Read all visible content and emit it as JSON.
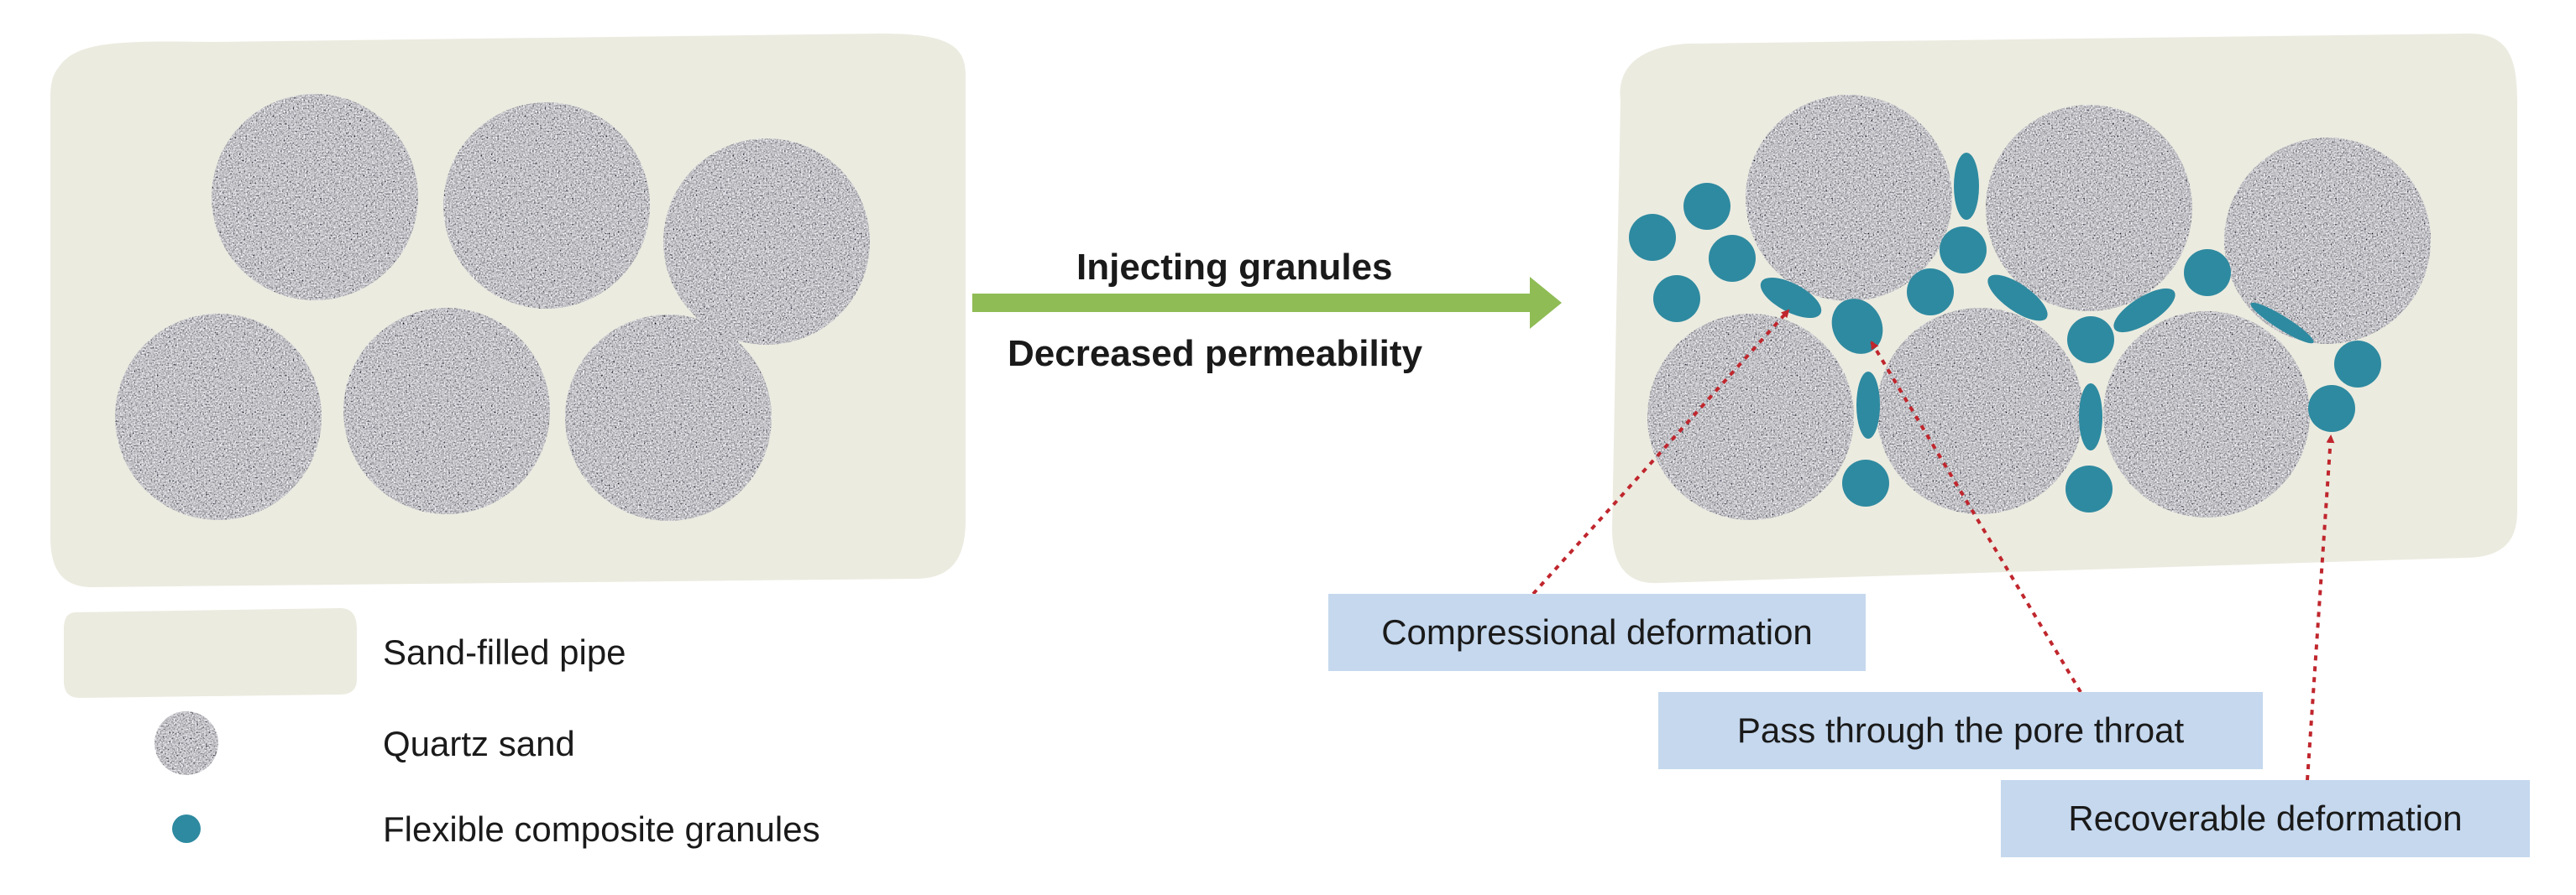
{
  "arrow": {
    "label_top": "Injecting granules",
    "label_bottom": "Decreased permeability"
  },
  "legend": {
    "pipe_label": "Sand-filled pipe",
    "sand_label": "Quartz sand",
    "granule_label": "Flexible composite granules"
  },
  "callouts": {
    "compressional": "Compressional deformation",
    "pore_throat": "Pass through the pore throat",
    "recoverable": "Recoverable deformation"
  },
  "colors": {
    "pipe": "#ecebe0",
    "granule": "#2e8aa0",
    "arrow": "#8fbc55",
    "callout_bg": "#c5d8ee",
    "pointer": "#c0262d"
  }
}
